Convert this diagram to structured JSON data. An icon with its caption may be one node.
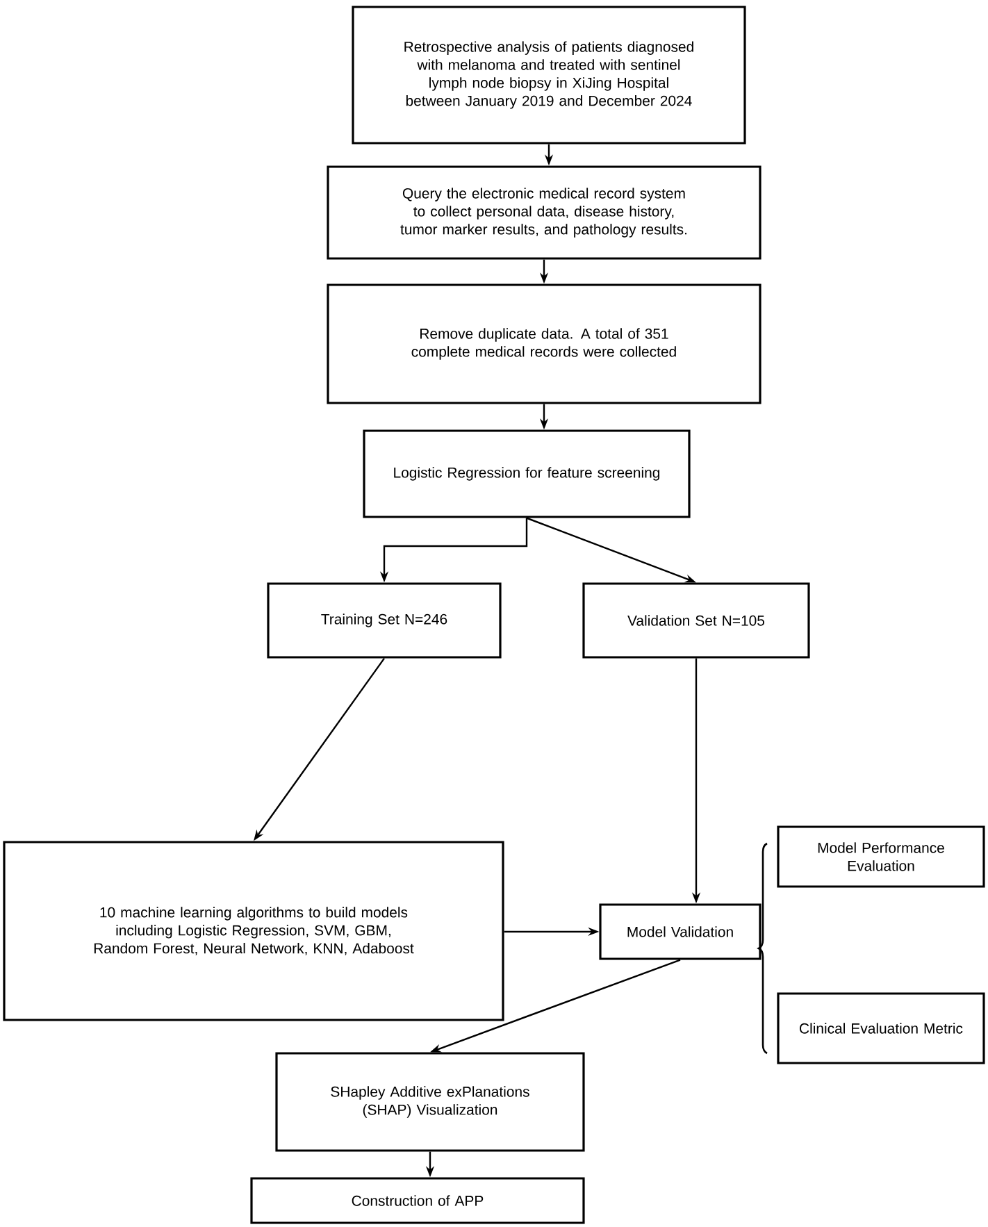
{
  "diagram": {
    "nodes": [
      {
        "text": [
          "Retrospective analysis of patients diagnosed with melanoma and treated with sentinel lymph node biopsy in XiJing Hospital between January 2019 and December 2024"
        ]
      },
      {
        "text": [
          "Query the electronic medical record system to collect personal data, disease history, tumor marker results, and pathology results."
        ]
      },
      {
        "text": [
          "Remove duplicate data. A total of 351 complete medical records were collected"
        ]
      },
      {
        "text": [
          "Logistic Regression for feature screening"
        ]
      },
      {
        "text": [
          "Training Set N=246"
        ]
      },
      {
        "text": [
          "Validation Set N=105"
        ]
      },
      {
        "text": [
          "10 machine learning algorithms to build models including Logistic Regression, SVM, GBM, Random Forest, Neural Network, KNN, Adaboost"
        ]
      },
      {
        "text": [
          "Model Validation"
        ]
      },
      {
        "text": [
          "Model Performance Evaluation"
        ]
      },
      {
        "text": [
          "Clinical Evaluation Metric"
        ]
      },
      {
        "text": [
          "SHapley Additive exPlanations (SHAP) Visualization"
        ]
      },
      {
        "text": [
          "Construction of APP"
        ]
      }
    ],
    "edges": [
      {
        "from": 0,
        "to": 1,
        "arrow": "to"
      },
      {
        "from": 1,
        "to": 2,
        "arrow": "to"
      },
      {
        "from": 2,
        "to": 3,
        "arrow": "to"
      },
      {
        "from": 3,
        "to": 4,
        "arrow": "to"
      },
      {
        "from": 3,
        "to": 5,
        "arrow": "to"
      },
      {
        "from": 4,
        "to": 6,
        "arrow": "to"
      },
      {
        "from": 5,
        "to": 7,
        "arrow": "to"
      },
      {
        "from": 6,
        "to": 7,
        "arrow": "to"
      },
      {
        "from": 7,
        "to": 10,
        "arrow": "to"
      },
      {
        "from": 10,
        "to": 11,
        "arrow": "to"
      }
    ]
  }
}
